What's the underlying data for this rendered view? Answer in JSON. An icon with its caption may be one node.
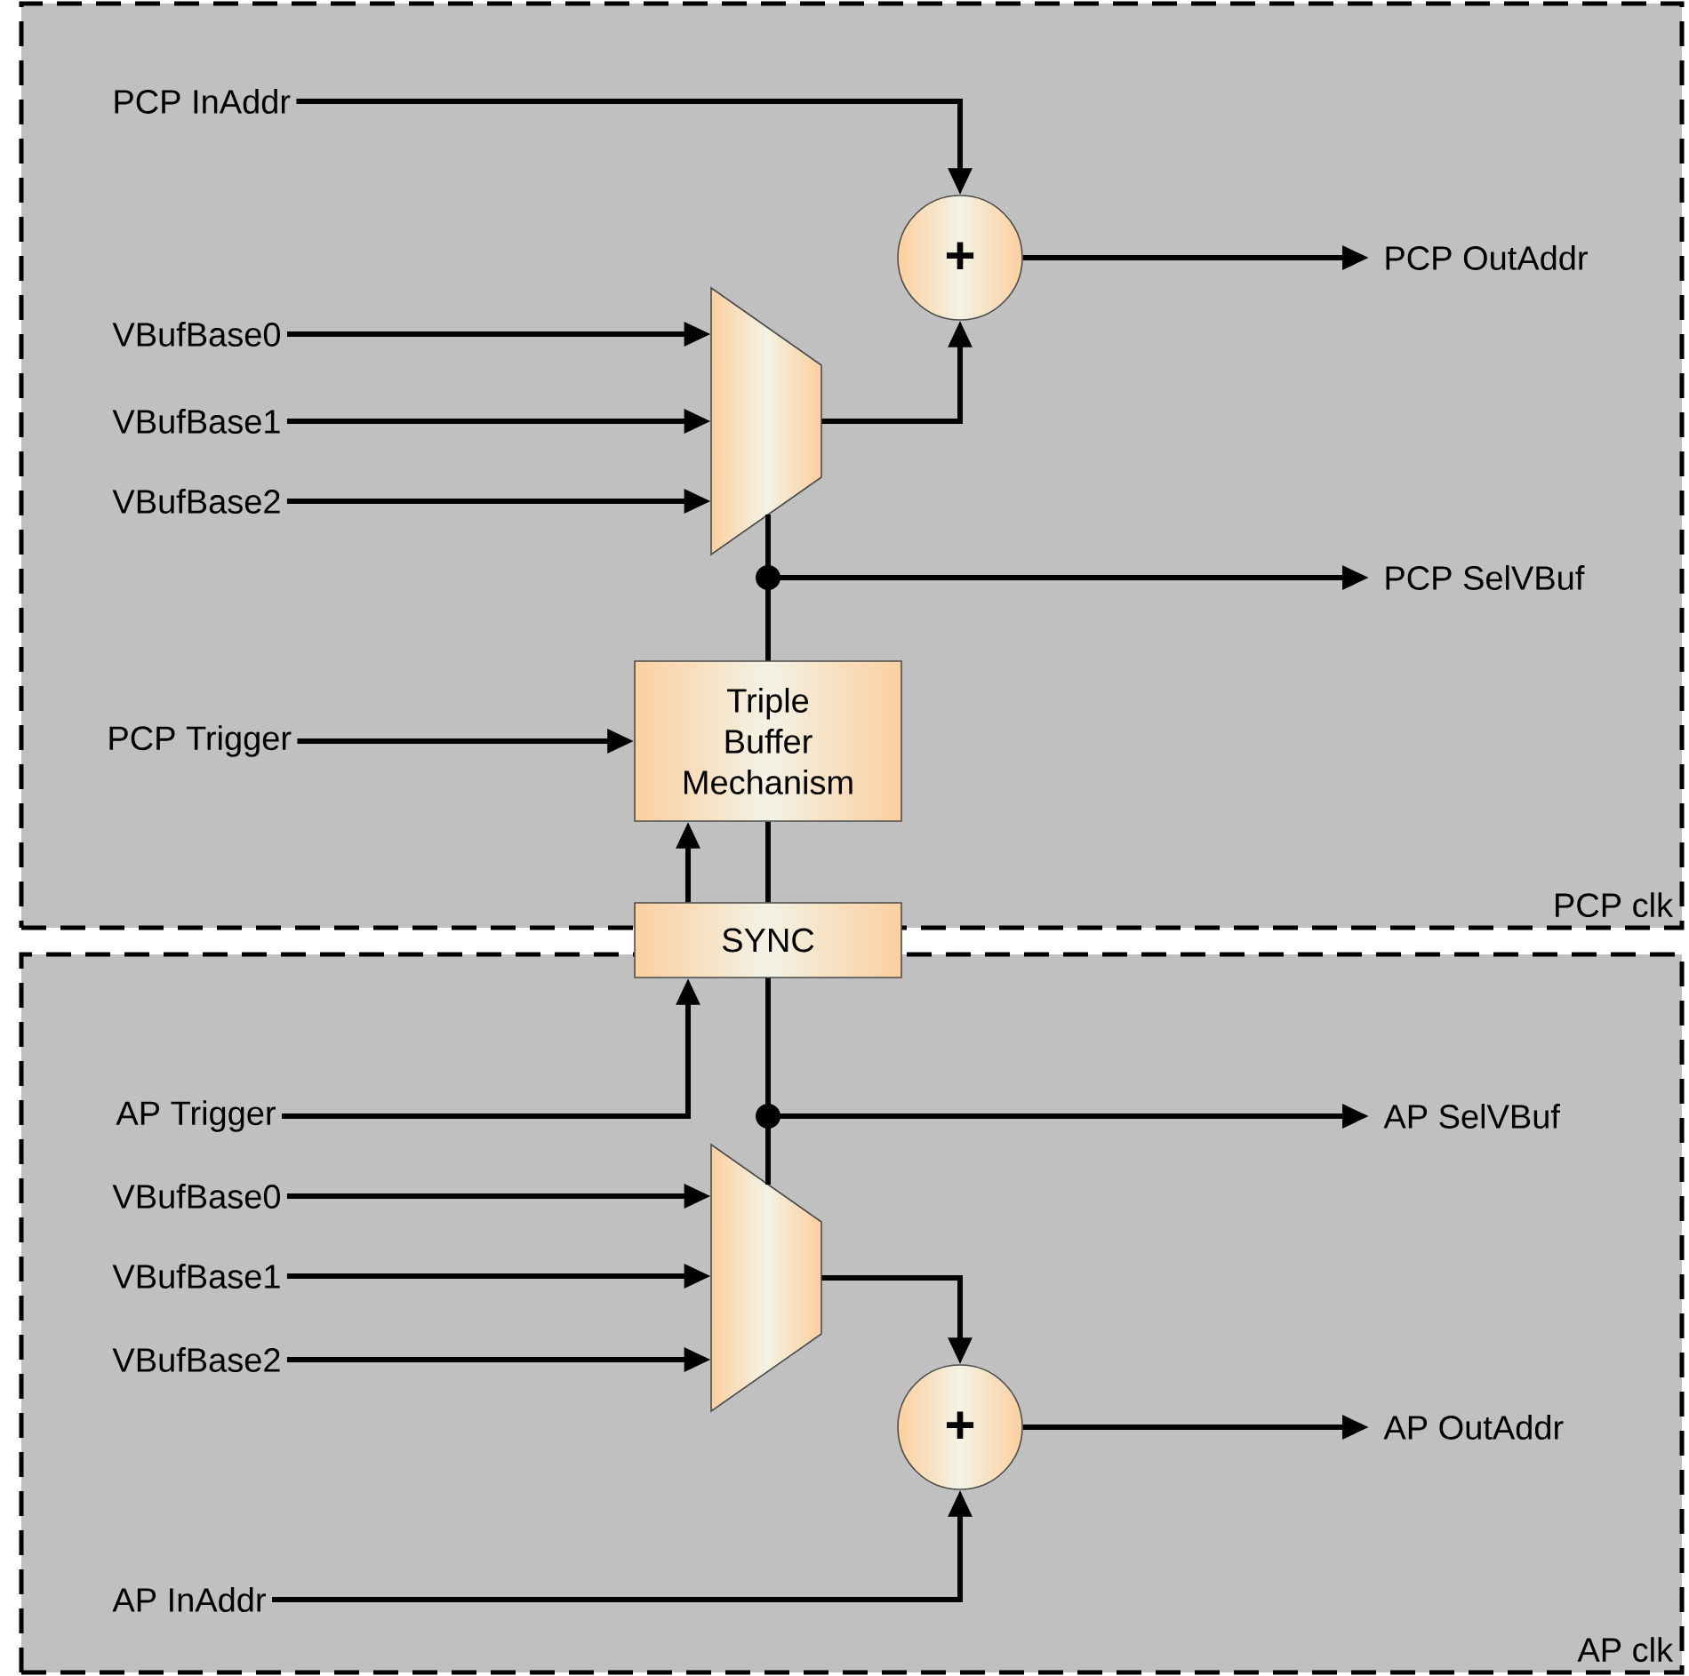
{
  "diagram": {
    "nodes": [
      {
        "text": [
          "PCP clk"
        ]
      },
      {
        "text": [
          "PCP InAddr"
        ],
        "in": 0
      },
      {
        "text": [
          "VBufBase0"
        ],
        "in": 0
      },
      {
        "text": [
          "VBufBase1"
        ],
        "in": 0
      },
      {
        "text": [
          "VBufBase2"
        ],
        "in": 0
      },
      {
        "text": [],
        "shape": "trapezoid",
        "in": 0
      },
      {
        "text": [
          "+"
        ],
        "in": 0
      },
      {
        "text": [
          "PCP OutAddr"
        ],
        "in": 0
      },
      {
        "text": [
          "PCP SelVBuf"
        ],
        "in": 0
      },
      {
        "text": [
          "PCP Trigger"
        ],
        "in": 0
      },
      {
        "text": [
          "Triple Buffer Mechanism"
        ],
        "in": 0
      },
      {
        "text": [
          "AP clk"
        ]
      },
      {
        "text": [
          "AP Trigger"
        ],
        "in": 11
      },
      {
        "text": [
          "VBufBase0"
        ],
        "in": 11
      },
      {
        "text": [
          "VBufBase1"
        ],
        "in": 11
      },
      {
        "text": [
          "VBufBase2"
        ],
        "in": 11
      },
      {
        "text": [],
        "shape": "trapezoid",
        "in": 11
      },
      {
        "text": [
          "AP SelVBuf"
        ],
        "in": 11
      },
      {
        "text": [
          "+"
        ],
        "in": 11
      },
      {
        "text": [
          "AP OutAddr"
        ],
        "in": 11
      },
      {
        "text": [
          "AP InAddr"
        ],
        "in": 11
      },
      {
        "text": [
          "SYNC"
        ]
      }
    ],
    "edges": [
      {
        "from": 1,
        "to": 6,
        "arrow": "to"
      },
      {
        "from": 2,
        "to": 5,
        "arrow": "to"
      },
      {
        "from": 3,
        "to": 5,
        "arrow": "to"
      },
      {
        "from": 4,
        "to": 5,
        "arrow": "to"
      },
      {
        "from": 5,
        "to": 6,
        "arrow": "to"
      },
      {
        "from": 6,
        "to": 7,
        "arrow": "to"
      },
      {
        "from": 10,
        "to": 5,
        "arrow": "none"
      },
      {
        "from": 10,
        "to": 8,
        "arrow": "to"
      },
      {
        "from": 9,
        "to": 10,
        "arrow": "to"
      },
      {
        "from": 21,
        "to": 10,
        "arrow": "to"
      },
      {
        "from": 10,
        "to": 21,
        "arrow": "none"
      },
      {
        "from": 21,
        "to": 16,
        "arrow": "none"
      },
      {
        "from": 21,
        "to": 17,
        "arrow": "to"
      },
      {
        "from": 12,
        "to": 21,
        "arrow": "to"
      },
      {
        "from": 13,
        "to": 16,
        "arrow": "to"
      },
      {
        "from": 14,
        "to": 16,
        "arrow": "to"
      },
      {
        "from": 15,
        "to": 16,
        "arrow": "to"
      },
      {
        "from": 16,
        "to": 18,
        "arrow": "to"
      },
      {
        "from": 18,
        "to": 19,
        "arrow": "to"
      },
      {
        "from": 20,
        "to": 18,
        "arrow": "to"
      }
    ]
  }
}
